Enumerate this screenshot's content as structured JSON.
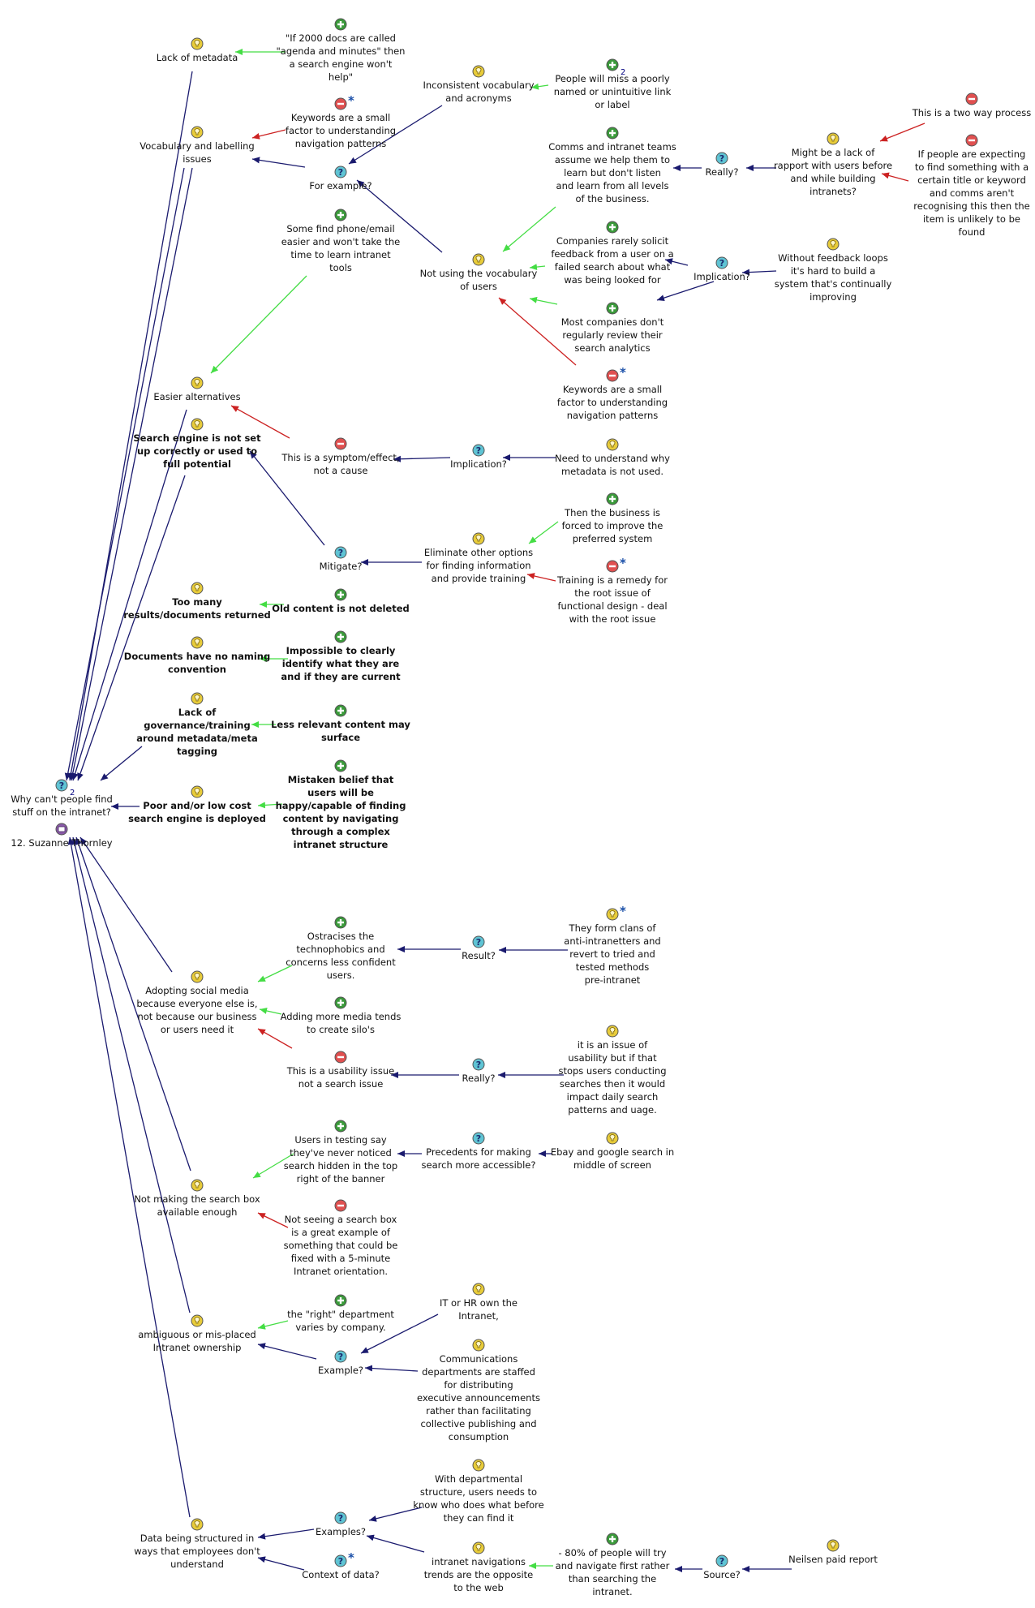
{
  "colors": {
    "pro_link": "#44dd44",
    "con_link": "#cc2222",
    "default_link": "#1a1a6e",
    "question_icon": "#5fc4d4",
    "idea_icon": "#e8cc3a",
    "pro_icon": "#3a9a3a",
    "con_icon": "#e05050",
    "map_icon": "#8a5aa8"
  },
  "nodes": [
    {
      "id": "root",
      "type": "question",
      "sup": "2",
      "text": [
        "Why can't people find",
        "stuff on the intranet?"
      ],
      "bold": false
    },
    {
      "id": "author",
      "type": "map",
      "text": [
        "12. Suzanne Thornley"
      ],
      "bold": false
    },
    {
      "id": "lackmeta",
      "type": "idea",
      "text": [
        "Lack of metadata"
      ],
      "bold": false
    },
    {
      "id": "if2000",
      "type": "pro",
      "text": [
        "\"If 2000 docs are called",
        "\"agenda and minutes\" then",
        "a search engine won't",
        "help\""
      ],
      "bold": false
    },
    {
      "id": "vocab",
      "type": "idea",
      "text": [
        "Vocabulary and labelling",
        "issues"
      ],
      "bold": false
    },
    {
      "id": "kw1",
      "type": "con",
      "star": true,
      "text": [
        "Keywords are a small",
        "factor to understanding",
        "navigation patterns"
      ],
      "bold": false
    },
    {
      "id": "forex",
      "type": "question",
      "text": [
        "For example?"
      ],
      "bold": false
    },
    {
      "id": "inconsistent",
      "type": "idea",
      "text": [
        "Inconsistent vocabulary",
        "and acronyms"
      ],
      "bold": false
    },
    {
      "id": "miss",
      "type": "pro",
      "sup": "2",
      "text": [
        "People will miss a poorly",
        "named or unintuitive link",
        "or label"
      ],
      "bold": false
    },
    {
      "id": "notusing",
      "type": "idea",
      "text": [
        "Not using the vocabulary",
        "of users"
      ],
      "bold": false
    },
    {
      "id": "comms",
      "type": "pro",
      "text": [
        "Comms and intranet teams",
        "assume we help them to",
        "learn but don't listen",
        "and learn from all levels",
        "of the business."
      ],
      "bold": false
    },
    {
      "id": "really1",
      "type": "question",
      "text": [
        "Really?"
      ],
      "bold": false
    },
    {
      "id": "rapport",
      "type": "idea",
      "text": [
        "Might be a lack of",
        "rapport with users before",
        "and while building",
        "intranets?"
      ],
      "bold": false
    },
    {
      "id": "twoway",
      "type": "con",
      "text": [
        "This is a two way process"
      ],
      "bold": false
    },
    {
      "id": "expecting",
      "type": "con",
      "text": [
        "If people are expecting",
        "to find something with a",
        "certain title or keyword",
        "and comms aren't",
        "recognising this then the",
        "item is unlikely to be",
        "found"
      ],
      "bold": false
    },
    {
      "id": "solicit",
      "type": "pro",
      "text": [
        "Companies rarely solicit",
        "feedback from a user on a",
        "failed search about what",
        "was being looked for"
      ],
      "bold": false
    },
    {
      "id": "impl1",
      "type": "question",
      "text": [
        "Implication?"
      ],
      "bold": false
    },
    {
      "id": "feedback",
      "type": "idea",
      "text": [
        "Without feedback loops",
        "it's hard to build a",
        "system that's continually",
        "improving"
      ],
      "bold": false
    },
    {
      "id": "review",
      "type": "pro",
      "text": [
        "Most companies don't",
        "regularly review their",
        "search analytics"
      ],
      "bold": false
    },
    {
      "id": "kw2",
      "type": "con",
      "star": true,
      "text": [
        "Keywords are a small",
        "factor to understanding",
        "navigation patterns"
      ],
      "bold": false
    },
    {
      "id": "phone",
      "type": "pro",
      "text": [
        "Some find phone/email",
        "easier and won't take the",
        "time to learn intranet",
        "tools"
      ],
      "bold": false
    },
    {
      "id": "easier",
      "type": "idea",
      "text": [
        "Easier alternatives"
      ],
      "bold": false
    },
    {
      "id": "searchnotset",
      "type": "idea",
      "text": [
        "Search engine is not set",
        "up correctly or used to",
        "full potential"
      ],
      "bold": true
    },
    {
      "id": "symptom",
      "type": "con",
      "text": [
        "This is a symptom/effect,",
        "not a cause"
      ],
      "bold": false
    },
    {
      "id": "impl2",
      "type": "question",
      "text": [
        "Implication?"
      ],
      "bold": false
    },
    {
      "id": "needund",
      "type": "idea",
      "text": [
        "Need to understand why",
        "metadata is not used."
      ],
      "bold": false
    },
    {
      "id": "mitigate",
      "type": "question",
      "text": [
        "Mitigate?"
      ],
      "bold": false
    },
    {
      "id": "eliminate",
      "type": "idea",
      "text": [
        "Eliminate other options",
        "for finding information",
        "and provide training"
      ],
      "bold": false
    },
    {
      "id": "forced",
      "type": "pro",
      "text": [
        "Then the business is",
        "forced to improve the",
        "preferred system"
      ],
      "bold": false
    },
    {
      "id": "training",
      "type": "con",
      "star": true,
      "text": [
        "Training is a remedy for",
        "the root issue of",
        "functional design - deal",
        "with the root issue"
      ],
      "bold": false
    },
    {
      "id": "toomany",
      "type": "idea",
      "text": [
        "Too many",
        "results/documents returned"
      ],
      "bold": true
    },
    {
      "id": "oldcontent",
      "type": "pro",
      "text": [
        "Old content is not deleted"
      ],
      "bold": true
    },
    {
      "id": "docsnaming",
      "type": "idea",
      "text": [
        "Documents have no naming",
        "convention"
      ],
      "bold": true
    },
    {
      "id": "impossible",
      "type": "pro",
      "text": [
        "Impossible to clearly",
        "identify what they are",
        "and if they are current"
      ],
      "bold": true
    },
    {
      "id": "lackgov",
      "type": "idea",
      "text": [
        "Lack of",
        "governance/training",
        "around metadata/meta",
        "tagging"
      ],
      "bold": true
    },
    {
      "id": "lessrelevant",
      "type": "pro",
      "text": [
        "Less relevant content may",
        "surface"
      ],
      "bold": true
    },
    {
      "id": "poor",
      "type": "idea",
      "text": [
        "Poor and/or low cost",
        "search engine is deployed"
      ],
      "bold": true
    },
    {
      "id": "mistaken",
      "type": "pro",
      "text": [
        "Mistaken belief that",
        "users will be",
        "happy/capable of finding",
        "content by navigating",
        "through a complex",
        "intranet structure"
      ],
      "bold": true
    },
    {
      "id": "social",
      "type": "idea",
      "text": [
        "Adopting social media",
        "because everyone else is,",
        "not because our business",
        "or users need it"
      ],
      "bold": false
    },
    {
      "id": "ostracises",
      "type": "pro",
      "text": [
        "Ostracises the",
        "technophobics and",
        "concerns less confident",
        "users."
      ],
      "bold": false
    },
    {
      "id": "result",
      "type": "question",
      "text": [
        "Result?"
      ],
      "bold": false
    },
    {
      "id": "clans",
      "type": "idea",
      "star": true,
      "text": [
        "They form clans of",
        "anti-intranetters and",
        "revert to tried and",
        "tested methods",
        "pre-intranet"
      ],
      "bold": false
    },
    {
      "id": "silos",
      "type": "pro",
      "text": [
        "Adding more media tends",
        "to create silo's"
      ],
      "bold": false
    },
    {
      "id": "usability",
      "type": "con",
      "text": [
        "This is a usability issue",
        "not a search issue"
      ],
      "bold": false
    },
    {
      "id": "really2",
      "type": "question",
      "text": [
        "Really?"
      ],
      "bold": false
    },
    {
      "id": "issueuse",
      "type": "idea",
      "text": [
        "it is an issue of",
        "usability but if that",
        "stops users conducting",
        "searches then it would",
        "impact daily search",
        "patterns and uage."
      ],
      "bold": false
    },
    {
      "id": "testing",
      "type": "pro",
      "text": [
        "Users in testing say",
        "they've never noticed",
        "search hidden in the top",
        "right of the banner"
      ],
      "bold": false
    },
    {
      "id": "precedents",
      "type": "question",
      "text": [
        "Precedents for making",
        "search more accessible?"
      ],
      "bold": false
    },
    {
      "id": "ebay",
      "type": "idea",
      "text": [
        "Ebay and google search in",
        "middle of screen"
      ],
      "bold": false
    },
    {
      "id": "searchbox",
      "type": "idea",
      "text": [
        "Not making the search box",
        "available enough"
      ],
      "bold": false
    },
    {
      "id": "notseeing",
      "type": "con",
      "text": [
        "Not seeing a search box",
        "is a great example of",
        "something that could be",
        "fixed with a 5-minute",
        "Intranet orientation."
      ],
      "bold": false
    },
    {
      "id": "ambiguous",
      "type": "idea",
      "text": [
        "ambiguous or mis-placed",
        "Intranet ownership"
      ],
      "bold": false
    },
    {
      "id": "rightdept",
      "type": "pro",
      "text": [
        "the \"right\" department",
        "varies by company."
      ],
      "bold": false
    },
    {
      "id": "example",
      "type": "question",
      "text": [
        "Example?"
      ],
      "bold": false
    },
    {
      "id": "ithr",
      "type": "idea",
      "text": [
        "IT or HR own the",
        "Intranet,"
      ],
      "bold": false
    },
    {
      "id": "commsdept",
      "type": "idea",
      "text": [
        "Communications",
        "departments are staffed",
        "for distributing",
        "executive announcements",
        "rather than facilitating",
        "collective publishing and",
        "consumption"
      ],
      "bold": false
    },
    {
      "id": "datastruct",
      "type": "idea",
      "text": [
        "Data being structured in",
        "ways that employees don't",
        "understand"
      ],
      "bold": false
    },
    {
      "id": "examples",
      "type": "question",
      "text": [
        "Examples?"
      ],
      "bold": false
    },
    {
      "id": "deptstruct",
      "type": "idea",
      "text": [
        "With departmental",
        "structure, users needs to",
        "know who does what before",
        "they can find it"
      ],
      "bold": false
    },
    {
      "id": "navtrends",
      "type": "idea",
      "text": [
        "intranet navigations",
        "trends are the opposite",
        "to the web"
      ],
      "bold": false
    },
    {
      "id": "context",
      "type": "question",
      "star": true,
      "text": [
        "Context of data?"
      ],
      "bold": false
    },
    {
      "id": "eighty",
      "type": "pro",
      "text": [
        "- 80% of people will try",
        "and navigate first rather",
        "than searching the",
        "intranet."
      ],
      "bold": false
    },
    {
      "id": "source",
      "type": "question",
      "text": [
        "Source?"
      ],
      "bold": false
    },
    {
      "id": "neilsen",
      "type": "idea",
      "text": [
        "Neilsen paid report"
      ],
      "bold": false
    }
  ]
}
